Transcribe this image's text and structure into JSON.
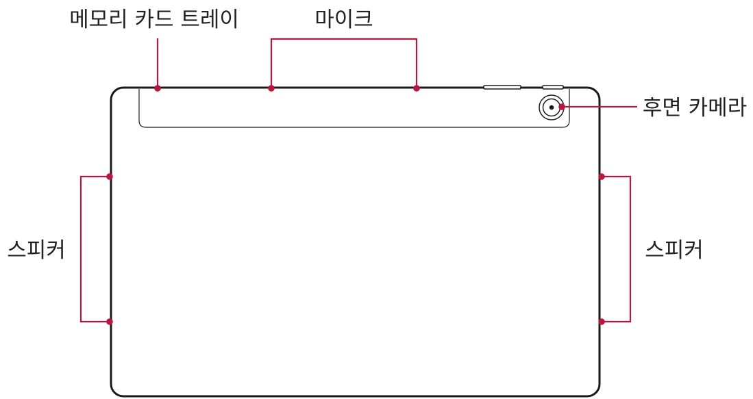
{
  "labels": {
    "memory_card_tray": "메모리 카드 트레이",
    "microphone": "마이크",
    "rear_camera": "후면 카메라",
    "speaker_left": "스피커",
    "speaker_right": "스피커"
  },
  "colors": {
    "outline": "#1a1a1a",
    "callout": "#b5173d",
    "text": "#222222",
    "background": "#ffffff"
  },
  "icons": {
    "camera": "camera-lens-icon"
  }
}
